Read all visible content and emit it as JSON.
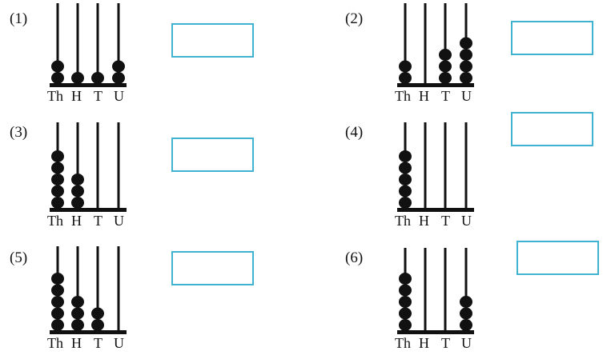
{
  "place_labels": [
    "Th",
    "H",
    "T",
    "U"
  ],
  "colors": {
    "bead": "#111111",
    "rod": "#111111",
    "answer_box_border": "#3fb3cf"
  },
  "problems": [
    {
      "label": "(1)",
      "beads": [
        2,
        1,
        1,
        2
      ]
    },
    {
      "label": "(2)",
      "beads": [
        2,
        0,
        3,
        4
      ]
    },
    {
      "label": "(3)",
      "beads": [
        5,
        3,
        0,
        0
      ]
    },
    {
      "label": "(4)",
      "beads": [
        5,
        0,
        0,
        0
      ]
    },
    {
      "label": "(5)",
      "beads": [
        5,
        3,
        2,
        0
      ]
    },
    {
      "label": "(6)",
      "beads": [
        5,
        0,
        0,
        3
      ]
    }
  ]
}
